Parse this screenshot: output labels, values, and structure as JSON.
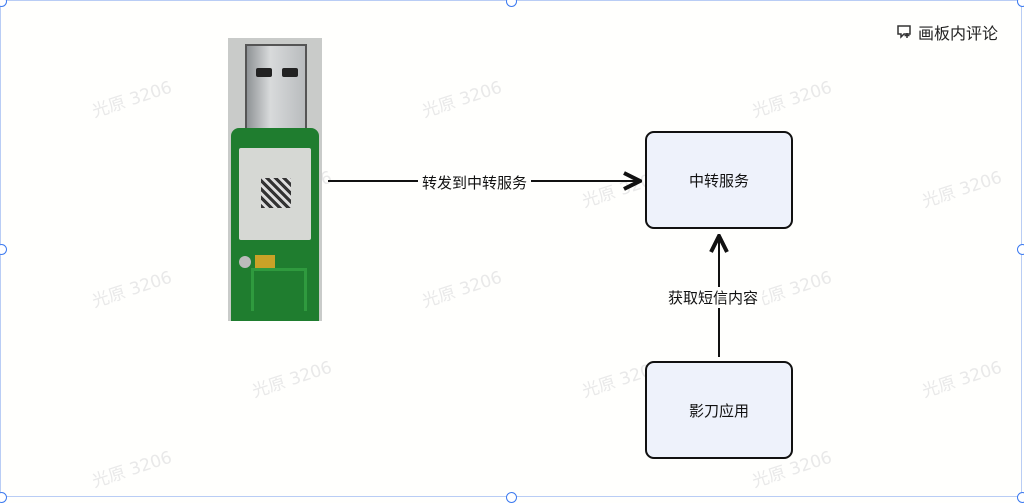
{
  "toolbar": {
    "comment_label": "画板内评论",
    "comment_icon": "comment-add-icon"
  },
  "watermark": "光原 3206",
  "diagram": {
    "edge_forward_label": "转发到中转服务",
    "relay_box": "中转服务",
    "edge_fetch_label": "获取短信内容",
    "app_box": "影刀应用"
  }
}
